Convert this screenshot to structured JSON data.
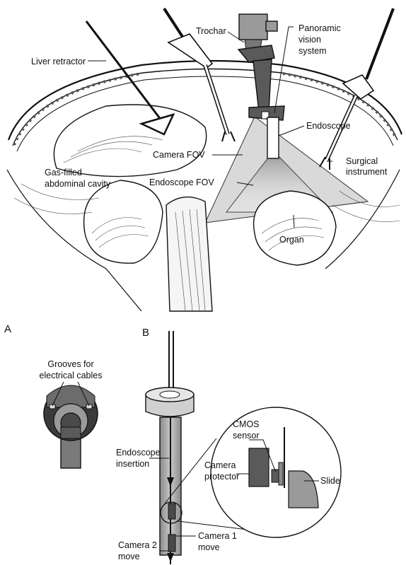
{
  "panel_a": {
    "letter": "A",
    "labels": {
      "grooves_line1": "Grooves for",
      "grooves_line2": "electrical cables"
    }
  },
  "panel_b": {
    "letter": "B",
    "labels": {
      "endoscope_insertion_line1": "Endoscope",
      "endoscope_insertion_line2": "insertion",
      "cmos_line1": "CMOS",
      "cmos_line2": "sensor",
      "camera_protector_line1": "Camera",
      "camera_protector_line2": "protector",
      "slide": "Slide",
      "camera1_line1": "Camera 1",
      "camera1_line2": "move",
      "camera2_line1": "Camera 2",
      "camera2_line2": "move"
    }
  },
  "top_scene": {
    "labels": {
      "liver_retractor": "Liver retractor",
      "trochar": "Trochar",
      "panoramic_line1": "Panoramic",
      "panoramic_line2": "vision",
      "panoramic_line3": "system",
      "endoscope": "Endoscope",
      "camera_fov": "Camera FOV",
      "gas_line1": "Gas-filled",
      "gas_line2": "abdominal cavity",
      "endoscope_fov": "Endoscope FOV",
      "surgical_line1": "Surgical",
      "surgical_line2": "instrument",
      "organ": "Organ"
    }
  },
  "colors": {
    "ink": "#111111",
    "trochar_dark": "#5a5a5a",
    "fov_gray": "#cfcfcf",
    "component_gray": "#7a7a7a"
  }
}
